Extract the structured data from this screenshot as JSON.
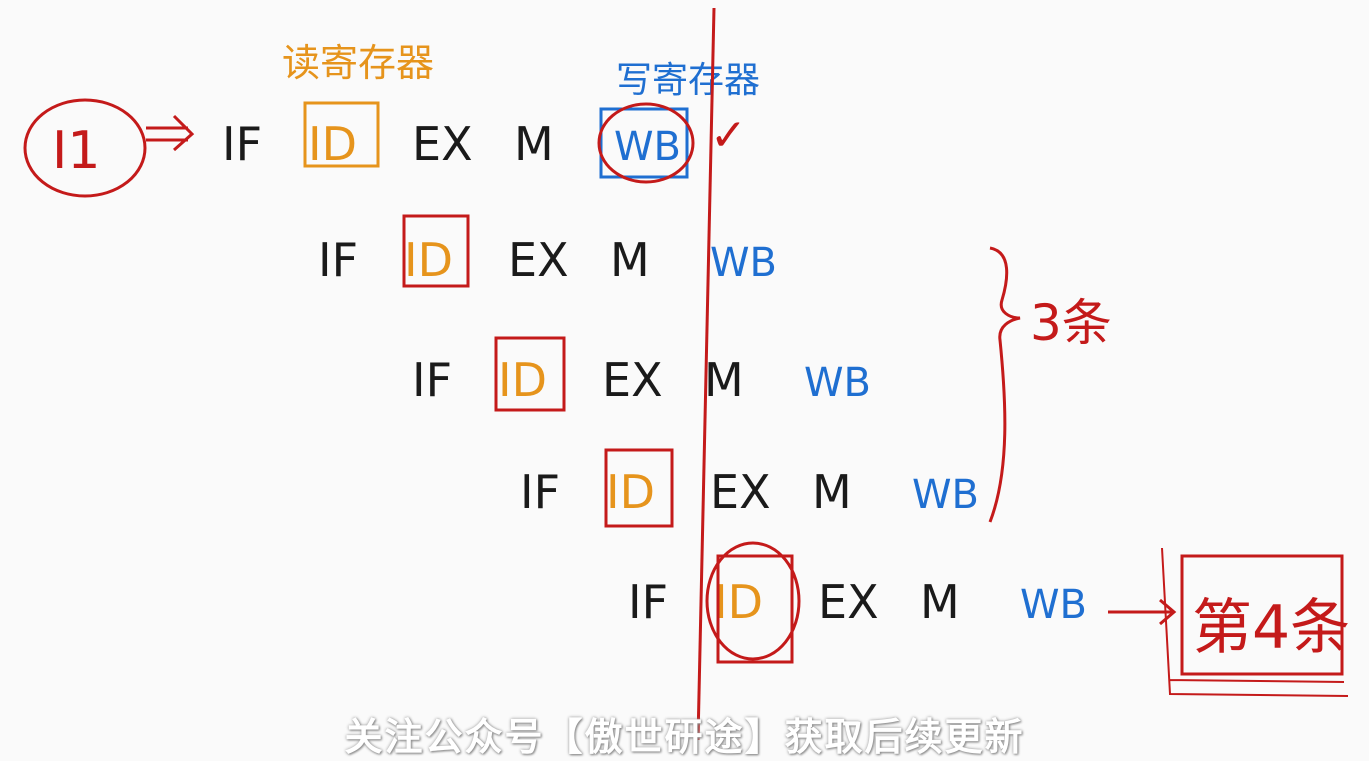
{
  "labels": {
    "read_register": "读寄存器",
    "write_register": "写寄存器",
    "instruction": "I1",
    "stall_count": "3条",
    "result": "第4条",
    "check": "✓"
  },
  "stage_names": [
    "IF",
    "ID",
    "EX",
    "M",
    "WB"
  ],
  "subtitle": "关注公众号【傲世研途】获取后续更新",
  "colors": {
    "stage_text": "#1a1a1a",
    "read_highlight": "#e6941c",
    "write_highlight": "#1f6fd1",
    "annotation": "#c41a1a",
    "background": "#fafafa"
  }
}
